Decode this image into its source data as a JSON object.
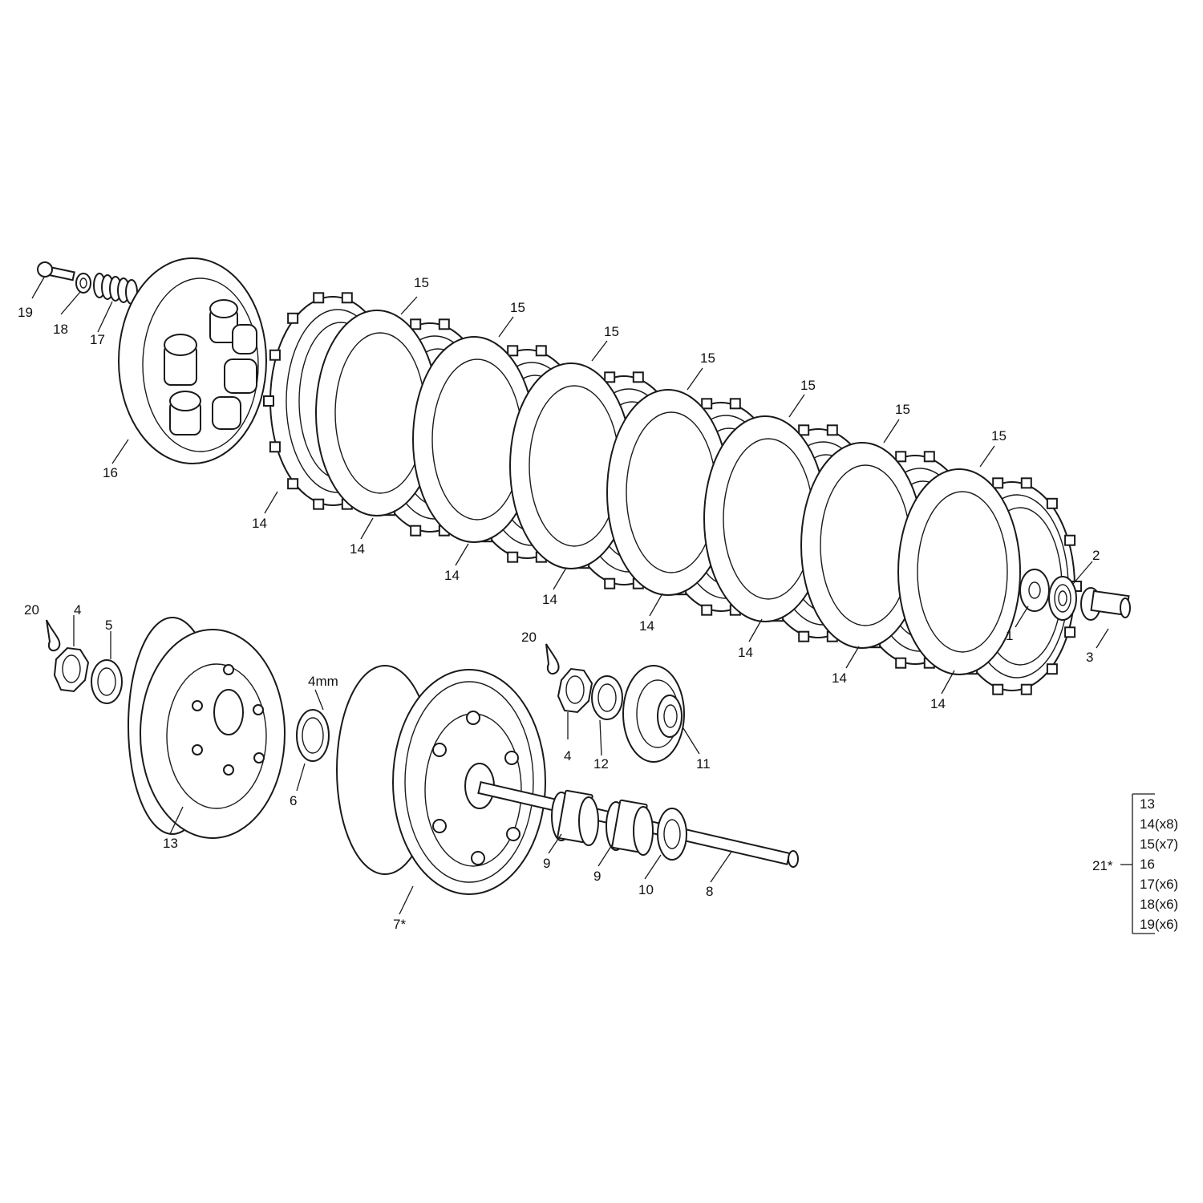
{
  "diagram": {
    "callouts": [
      {
        "id": "c19",
        "text": "19"
      },
      {
        "id": "c18",
        "text": "18"
      },
      {
        "id": "c17",
        "text": "17"
      },
      {
        "id": "c16",
        "text": "16"
      },
      {
        "id": "c15a",
        "text": "15"
      },
      {
        "id": "c15b",
        "text": "15"
      },
      {
        "id": "c15c",
        "text": "15"
      },
      {
        "id": "c15d",
        "text": "15"
      },
      {
        "id": "c15e",
        "text": "15"
      },
      {
        "id": "c15f",
        "text": "15"
      },
      {
        "id": "c15g",
        "text": "15"
      },
      {
        "id": "c14a",
        "text": "14"
      },
      {
        "id": "c14b",
        "text": "14"
      },
      {
        "id": "c14c",
        "text": "14"
      },
      {
        "id": "c14d",
        "text": "14"
      },
      {
        "id": "c14e",
        "text": "14"
      },
      {
        "id": "c14f",
        "text": "14"
      },
      {
        "id": "c14g",
        "text": "14"
      },
      {
        "id": "c14h",
        "text": "14"
      },
      {
        "id": "c2",
        "text": "2"
      },
      {
        "id": "c1",
        "text": "1"
      },
      {
        "id": "c3",
        "text": "3"
      },
      {
        "id": "c20a",
        "text": "20"
      },
      {
        "id": "c4a",
        "text": "4"
      },
      {
        "id": "c5",
        "text": "5"
      },
      {
        "id": "c13",
        "text": "13"
      },
      {
        "id": "c4mm",
        "text": "4mm"
      },
      {
        "id": "c6",
        "text": "6"
      },
      {
        "id": "c7",
        "text": "7*"
      },
      {
        "id": "c20b",
        "text": "20"
      },
      {
        "id": "c4b",
        "text": "4"
      },
      {
        "id": "c12",
        "text": "12"
      },
      {
        "id": "c11",
        "text": "11"
      },
      {
        "id": "c9a",
        "text": "9"
      },
      {
        "id": "c9b",
        "text": "9"
      },
      {
        "id": "c10",
        "text": "10"
      },
      {
        "id": "c8",
        "text": "8"
      }
    ],
    "kit": {
      "label": "21*",
      "items": [
        "13",
        "14(x8)",
        "15(x7)",
        "16",
        "17(x6)",
        "18(x6)",
        "19(x6)"
      ]
    },
    "colors": {
      "line": "#1a1a1a",
      "background": "#ffffff"
    }
  }
}
